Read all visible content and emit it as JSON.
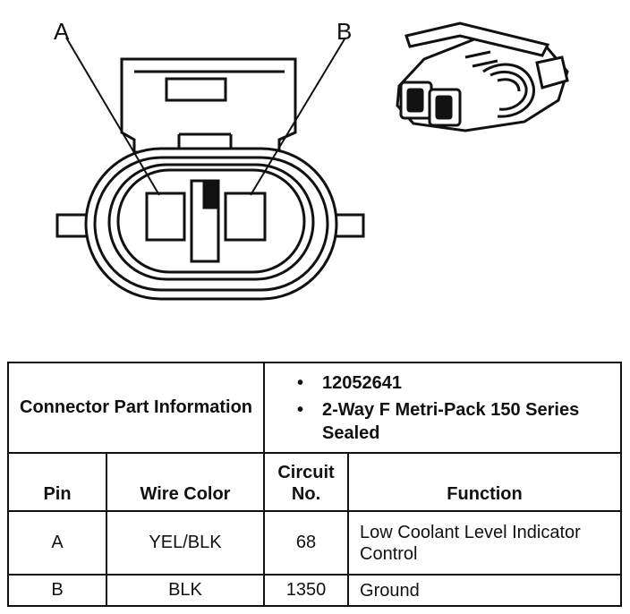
{
  "diagram": {
    "pin_labels": [
      "A",
      "B"
    ]
  },
  "table": {
    "connector_part_label": "Connector Part Information",
    "part_info": [
      "12052641",
      "2-Way F Metri-Pack 150 Series Sealed"
    ],
    "headers": {
      "pin": "Pin",
      "wire_color": "Wire Color",
      "circuit_no": "Circuit No.",
      "function": "Function"
    },
    "rows": [
      {
        "pin": "A",
        "wire_color": "YEL/BLK",
        "circuit": "68",
        "function": "Low Coolant Level Indicator Control"
      },
      {
        "pin": "B",
        "wire_color": "BLK",
        "circuit": "1350",
        "function": "Ground"
      }
    ]
  }
}
